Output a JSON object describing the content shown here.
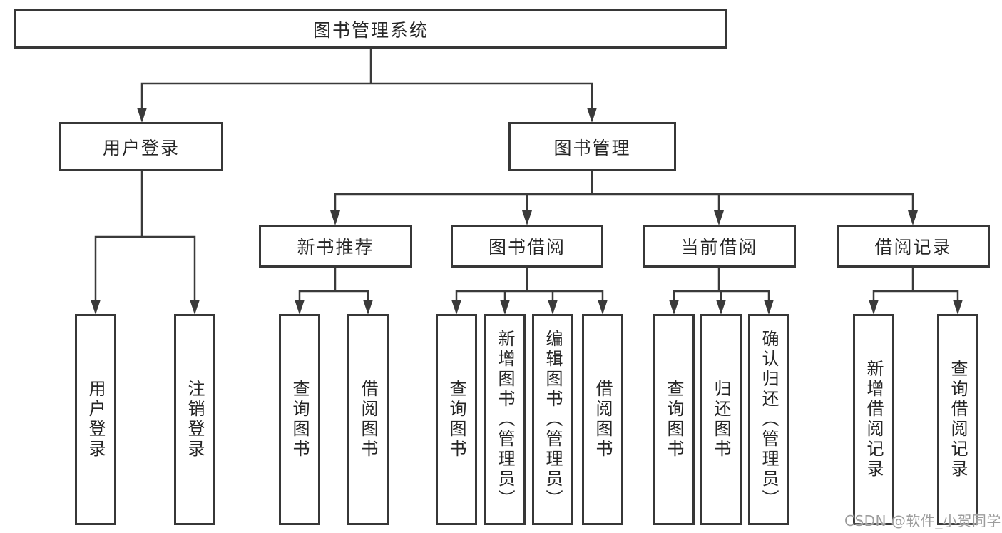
{
  "diagram": {
    "root": {
      "label": "图书管理系统"
    },
    "level1": [
      {
        "label": "用户登录"
      },
      {
        "label": "图书管理"
      }
    ],
    "level2": [
      {
        "label": "新书推荐"
      },
      {
        "label": "图书借阅"
      },
      {
        "label": "当前借阅"
      },
      {
        "label": "借阅记录"
      }
    ],
    "leaves": {
      "user_login": [
        {
          "label": "用户登录"
        },
        {
          "label": "注销登录"
        }
      ],
      "new_books": [
        {
          "label": "查询图书"
        },
        {
          "label": "借阅图书"
        }
      ],
      "book_borrow": [
        {
          "label": "查询图书"
        },
        {
          "label": "新增图书（管理员）"
        },
        {
          "label": "编辑图书（管理员）"
        },
        {
          "label": "借阅图书"
        }
      ],
      "current_borrow": [
        {
          "label": "查询图书"
        },
        {
          "label": "归还图书"
        },
        {
          "label": "确认归还（管理员）"
        }
      ],
      "borrow_records": [
        {
          "label": "新增借阅记录"
        },
        {
          "label": "查询借阅记录"
        }
      ]
    },
    "watermark": "CSDN @软件_小贺同学",
    "colors": {
      "line": "#3a3a3a",
      "border": "#373737",
      "text": "#262626",
      "watermark": "#9c9c9c",
      "background": "#ffffff"
    }
  }
}
